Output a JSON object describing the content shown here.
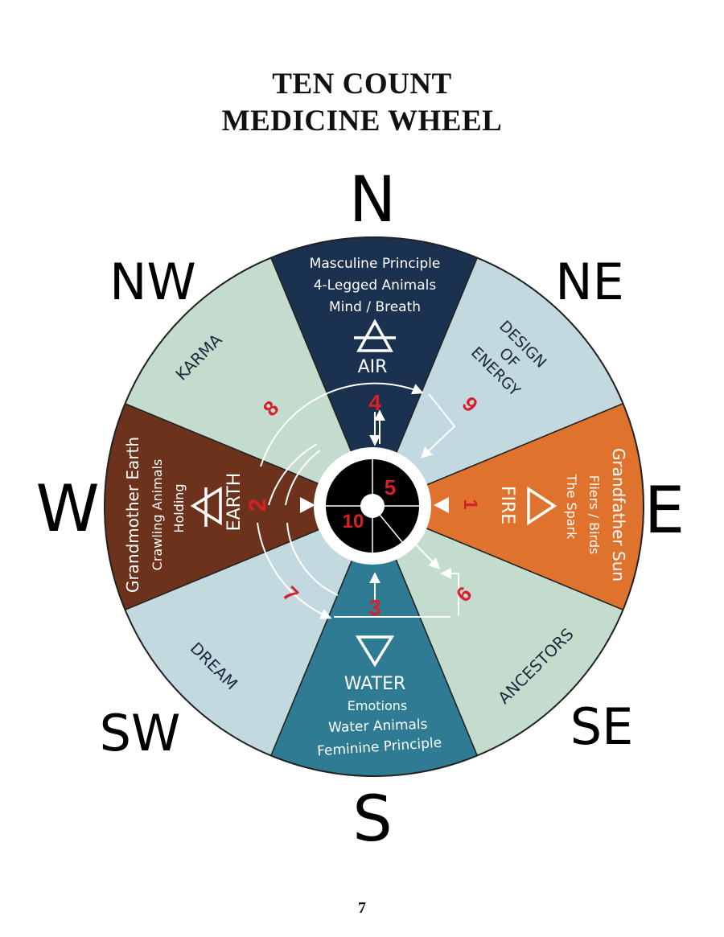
{
  "title": {
    "line1": "TEN COUNT",
    "line2": "MEDICINE WHEEL"
  },
  "page_number": "7",
  "compass": {
    "N": "N",
    "NE": "NE",
    "E": "E",
    "SE": "SE",
    "S": "S",
    "SW": "SW",
    "W": "W",
    "NW": "NW"
  },
  "segments": {
    "north": {
      "lines": [
        "Masculine Principle",
        "4-Legged Animals",
        "Mind / Breath"
      ],
      "element": "AIR",
      "symbol": "air-symbol-icon",
      "color": "#1b3150"
    },
    "northeast": {
      "lines": [
        "DESIGN",
        "OF",
        "ENERGY"
      ],
      "color": "#c3d9e0"
    },
    "east": {
      "lines": [
        "Grandfather Sun",
        "Fliers / Birds",
        "The Spark"
      ],
      "element": "FIRE",
      "symbol": "fire-symbol-icon",
      "color": "#df722d"
    },
    "southeast": {
      "lines": [
        "ANCESTORS"
      ],
      "color": "#c4dccd"
    },
    "south": {
      "lines": [
        "Emotions",
        "Water Animals",
        "Feminine Principle"
      ],
      "element": "WATER",
      "symbol": "water-symbol-icon",
      "color": "#2f7b93"
    },
    "southwest": {
      "lines": [
        "DREAM"
      ],
      "color": "#c3d9e0"
    },
    "west": {
      "lines": [
        "Grandmother Earth",
        "Crawling Animals",
        "Holding"
      ],
      "element": "EARTH",
      "symbol": "earth-symbol-icon",
      "color": "#6c321c"
    },
    "northwest": {
      "lines": [
        "KARMA"
      ],
      "color": "#c4dccd"
    }
  },
  "count_numbers": [
    "1",
    "2",
    "3",
    "4",
    "5",
    "6",
    "7",
    "8",
    "9",
    "10"
  ],
  "colors": {
    "number_red": "#d8202a",
    "hub_black": "#000000",
    "outline": "#222222"
  }
}
